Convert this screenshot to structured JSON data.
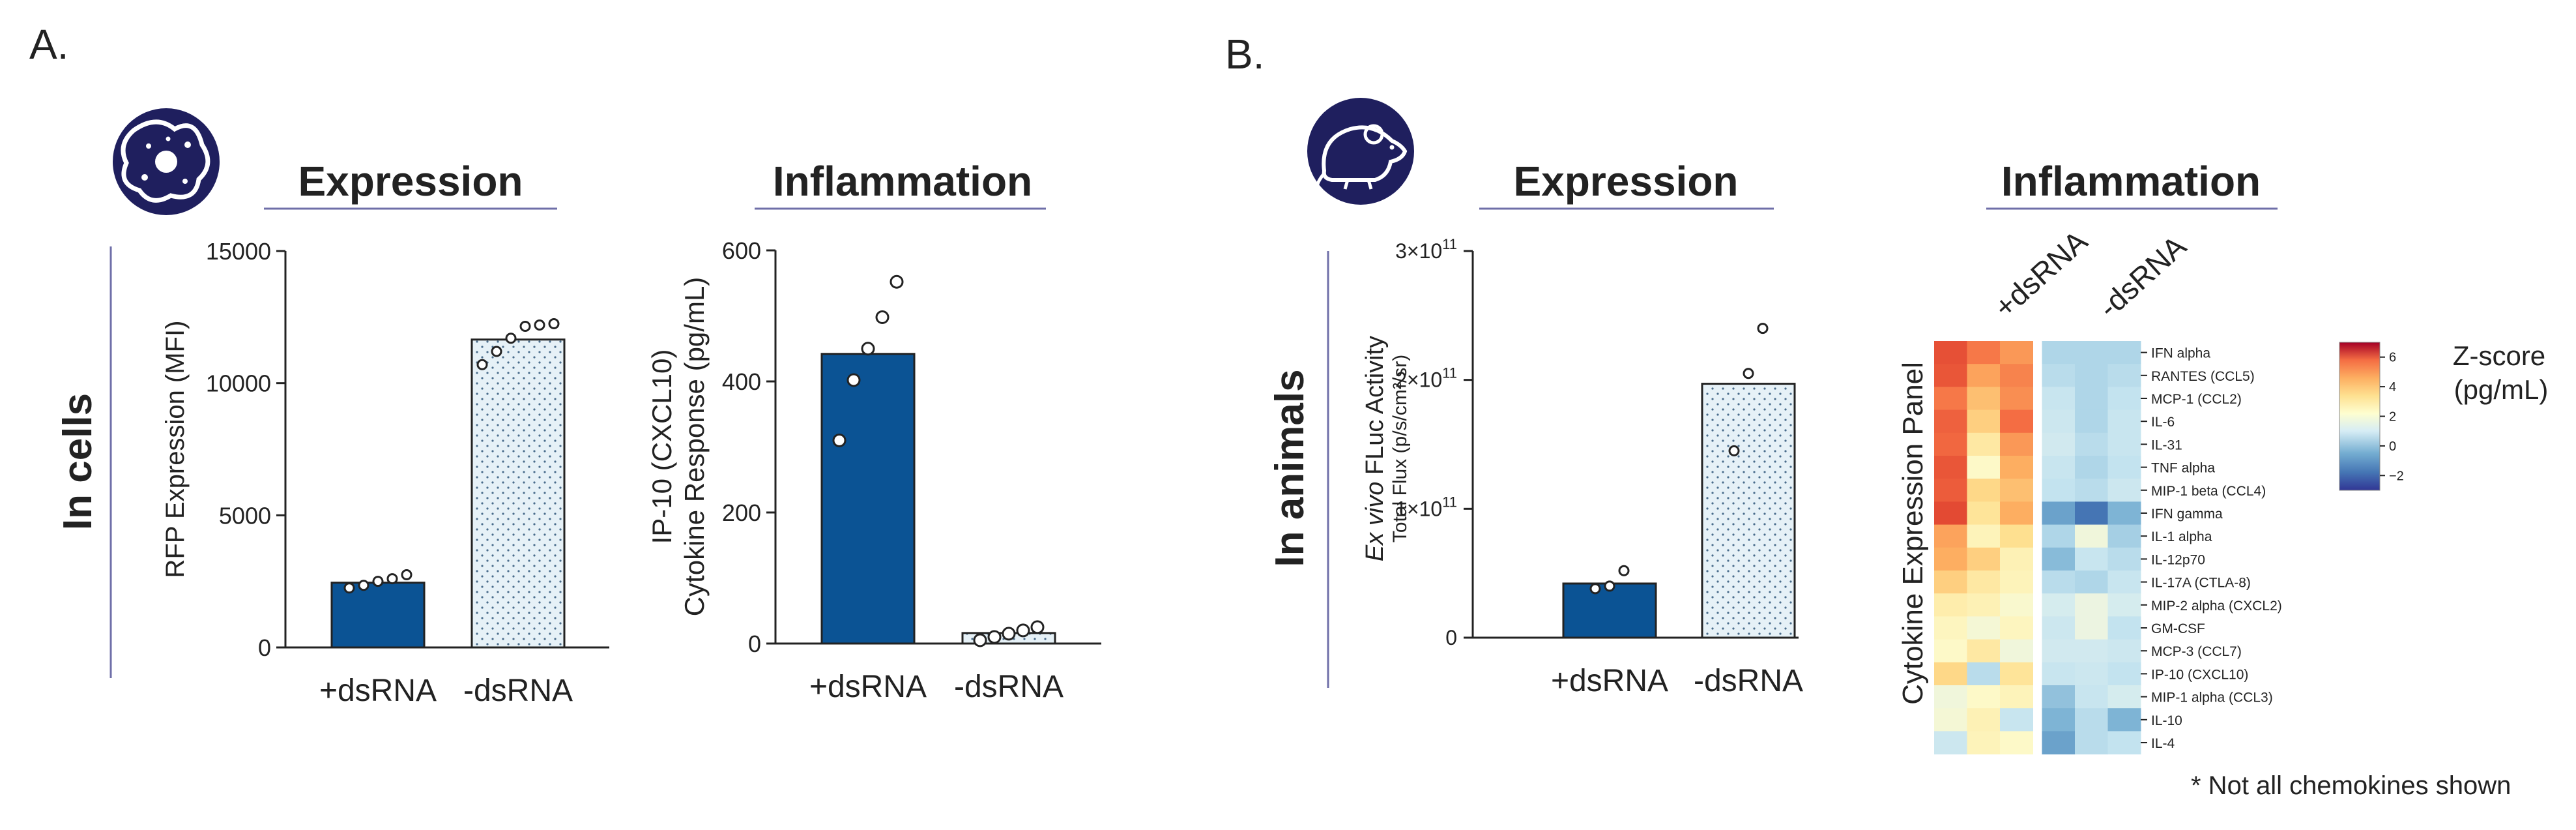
{
  "panels": {
    "a": {
      "label": "A.",
      "row_label": "In cells",
      "expression_title": "Expression",
      "inflammation_title": "Inflammation"
    },
    "b": {
      "label": "B.",
      "row_label": "In animals",
      "expression_title": "Expression",
      "inflammation_title": "Inflammation"
    }
  },
  "icons": {
    "cell": "cell-icon",
    "mouse": "mouse-icon"
  },
  "colors": {
    "navy": "#1f1f5e",
    "bar_blue": "#0b5394",
    "dot_fill": "#e6f1f7",
    "title_line": "#6f6fa8"
  },
  "footnote": "* Not all chemokines shown",
  "chart_data": [
    {
      "id": "a-expression",
      "type": "bar",
      "categories": [
        "+dsRNA",
        "-dsRNA"
      ],
      "values": [
        2450,
        11650
      ],
      "points": [
        [
          2250,
          2350,
          2500,
          2600,
          2750
        ],
        [
          10700,
          11200,
          11700,
          12150,
          12200,
          12250
        ]
      ],
      "ylabel": "RFP Expression (MFI)",
      "yticks": [
        0,
        5000,
        10000,
        15000
      ],
      "ylim": [
        0,
        15000
      ]
    },
    {
      "id": "a-inflammation",
      "type": "bar",
      "categories": [
        "+dsRNA",
        "-dsRNA"
      ],
      "values": [
        442,
        16
      ],
      "points": [
        [
          310,
          402,
          450,
          498,
          552
        ],
        [
          5,
          10,
          15,
          20,
          25
        ]
      ],
      "ylabel": [
        "IP-10 (CXCL10)",
        "Cytokine Response (pg/mL)"
      ],
      "yticks": [
        0,
        200,
        400,
        600
      ],
      "ylim": [
        0,
        600
      ]
    },
    {
      "id": "b-expression",
      "type": "bar",
      "categories": [
        "+dsRNA",
        "-dsRNA"
      ],
      "values": [
        42000000000.0,
        197000000000.0
      ],
      "points": [
        [
          38000000000.0,
          40000000000.0,
          52000000000.0
        ],
        [
          145000000000.0,
          205000000000.0,
          240000000000.0
        ]
      ],
      "ylabel_italic": "Ex vivo",
      "ylabel": "FLuc Activity",
      "ylabel2": "Total Flux (p/s/cm²/sr)",
      "ytick_labels": [
        "0",
        "1×10",
        "2×10",
        "3×10"
      ],
      "ytick_exp": "11",
      "yticks": [
        0,
        100000000000.0,
        200000000000.0,
        300000000000.0
      ],
      "ylim": [
        0,
        300000000000.0
      ]
    },
    {
      "id": "b-inflammation",
      "type": "heatmap",
      "columns": [
        "+dsRNA",
        "-dsRNA"
      ],
      "rows": [
        "IFN alpha",
        "RANTES (CCL5)",
        "MCP-1 (CCL2)",
        "IL-6",
        "IL-31",
        "TNF alpha",
        "MIP-1 beta (CCL4)",
        "IFN gamma",
        "IL-1 alpha",
        "IL-12p70",
        "IL-17A (CTLA-8)",
        "MIP-2 alpha (CXCL2)",
        "GM-CSF",
        "MCP-3 (CCL7)",
        "IP-10 (CXCL10)",
        "MIP-1 alpha (CCL3)",
        "IL-10",
        "IL-4"
      ],
      "values": [
        [
          5.2,
          4.0,
          3.4,
          -0.9,
          -0.9,
          -0.9
        ],
        [
          5.0,
          3.2,
          3.8,
          -0.8,
          -0.9,
          -0.8
        ],
        [
          4.0,
          2.6,
          3.6,
          -0.6,
          -0.9,
          -0.7
        ],
        [
          4.6,
          2.2,
          4.2,
          -0.5,
          -0.9,
          -0.6
        ],
        [
          4.4,
          1.4,
          3.4,
          -0.4,
          -0.8,
          -0.6
        ],
        [
          5.0,
          0.6,
          3.0,
          -0.6,
          -0.9,
          -0.7
        ],
        [
          4.8,
          2.0,
          2.6,
          -0.7,
          -0.8,
          -0.5
        ],
        [
          5.4,
          1.6,
          3.0,
          -1.6,
          -2.0,
          -1.4
        ],
        [
          3.2,
          0.9,
          1.8,
          -0.9,
          0.3,
          -1.0
        ],
        [
          3.0,
          2.2,
          1.0,
          -1.3,
          -0.6,
          -0.8
        ],
        [
          2.2,
          1.4,
          0.9,
          -0.8,
          -0.9,
          -0.6
        ],
        [
          1.2,
          1.0,
          0.5,
          -0.3,
          0.2,
          -0.3
        ],
        [
          0.8,
          0.4,
          0.8,
          -0.5,
          0.2,
          -0.7
        ],
        [
          0.6,
          1.4,
          0.3,
          -0.4,
          -0.4,
          -0.5
        ],
        [
          2.0,
          -0.8,
          1.6,
          -0.6,
          -0.5,
          -0.7
        ],
        [
          0.3,
          0.6,
          0.9,
          -1.2,
          -0.6,
          -0.3
        ],
        [
          0.4,
          1.0,
          -0.6,
          -1.4,
          -0.8,
          -1.4
        ],
        [
          -0.5,
          0.9,
          0.6,
          -1.6,
          -0.8,
          -0.7
        ]
      ],
      "ylabel": "Cytokine Expression Panel",
      "colorbar_label": [
        "Z-score",
        "(pg/mL)"
      ],
      "colorbar_ticks": [
        -2,
        0,
        2,
        4,
        6
      ],
      "vlim": [
        -3,
        7
      ]
    }
  ]
}
